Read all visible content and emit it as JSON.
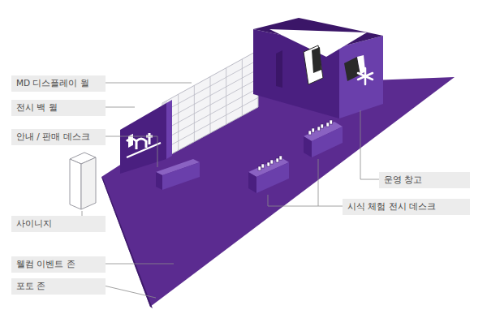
{
  "diagram": {
    "nodes": [
      {
        "text": [
          "MD 디스플레이 월"
        ]
      },
      {
        "text": [
          "전시 백 월"
        ]
      },
      {
        "text": [
          "안내 / 판매 데스크"
        ]
      },
      {
        "text": [
          "운영 창고"
        ]
      },
      {
        "text": [
          "시식 체험 전시 데스크"
        ]
      },
      {
        "text": [
          "사이니지"
        ]
      },
      {
        "text": [
          "웰컴 이벤트 존"
        ]
      },
      {
        "text": [
          "포토 존"
        ]
      }
    ]
  }
}
